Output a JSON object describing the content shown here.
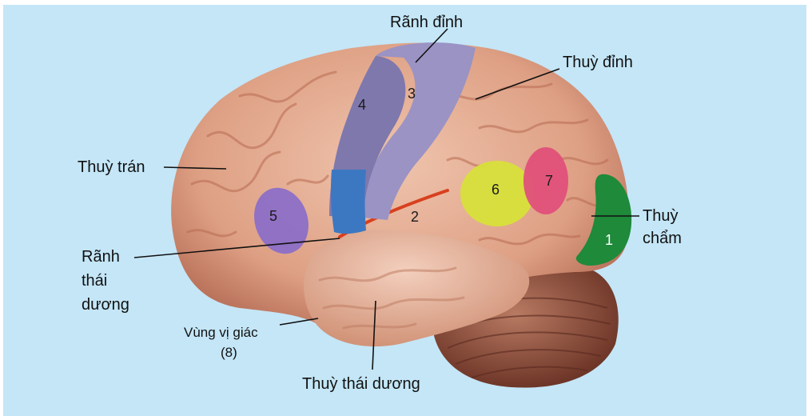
{
  "labels": {
    "ranh_dinh": "Rãnh đỉnh",
    "thuy_dinh": "Thuỳ đỉnh",
    "thuy_tran": "Thuỳ trán",
    "thuy_cham_1": "Thuỳ",
    "thuy_cham_2": "chẩm",
    "ranh_thai_duong_1": "Rãnh",
    "ranh_thai_duong_2": "thái",
    "ranh_thai_duong_3": "dương",
    "vung_vi_giac_1": "Vùng vị giác",
    "vung_vi_giac_2": "(8)",
    "thuy_thai_duong": "Thuỳ thái dương"
  },
  "areas": [
    {
      "number": "1",
      "color": "#1e8a3a"
    },
    {
      "number": "2",
      "color": "#d98b6e"
    },
    {
      "number": "3",
      "color": "#9a93c4"
    },
    {
      "number": "4",
      "color": "#7f78ad"
    },
    {
      "number": "5",
      "color": "#8a6cc9"
    },
    {
      "number": "6",
      "color": "#d7e03a"
    },
    {
      "number": "7",
      "color": "#e0507a"
    }
  ],
  "colors": {
    "background": "#c4e6f7",
    "brain": "#e2a98f",
    "cerebellum": "#9c5a45",
    "sulcus": "#d8401f",
    "motor_blue": "#3c78c2"
  }
}
